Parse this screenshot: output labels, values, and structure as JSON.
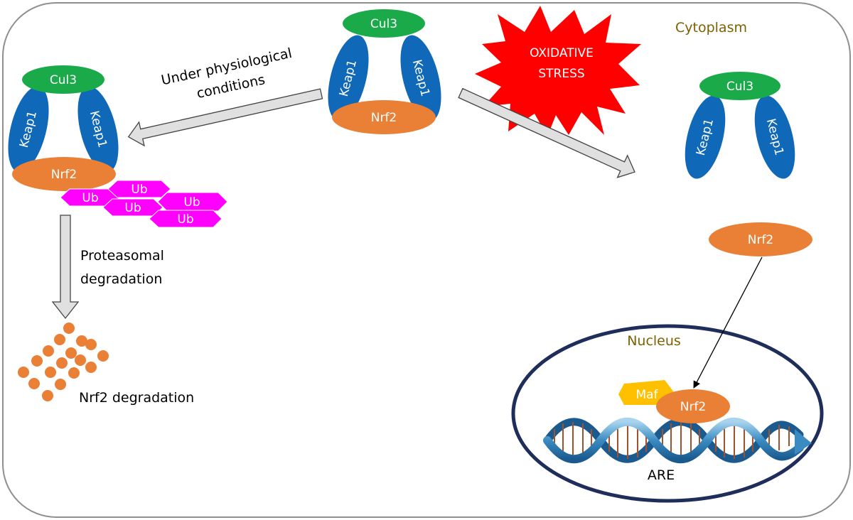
{
  "labels": {
    "cytoplasm": "Cytoplasm",
    "nucleus": "Nucleus",
    "oxidative_line1": "OXIDATIVE",
    "oxidative_line2": "STRESS",
    "physio_line1": "Under physiological",
    "physio_line2": "conditions",
    "proteasomal_line1": "Proteasomal",
    "proteasomal_line2": "degradation",
    "nrf2_degradation": "Nrf2 degradation",
    "are": "ARE",
    "maf": "Maf"
  },
  "proteins": {
    "cul3": "Cul3",
    "keap1": "Keap1",
    "nrf2": "Nrf2",
    "ub": "Ub"
  },
  "colors": {
    "cul3": "#1aaa4a",
    "keap1": "#1068b8",
    "nrf2": "#ea7f36",
    "ub": "#ff00ff",
    "maf": "#ffc000",
    "stress": "#ff0000",
    "compartment_label": "#7f6000",
    "nucleus_border": "#1f2d5a",
    "arrow_fill": "#e0e0e0",
    "dna": "#3a8bc2"
  }
}
